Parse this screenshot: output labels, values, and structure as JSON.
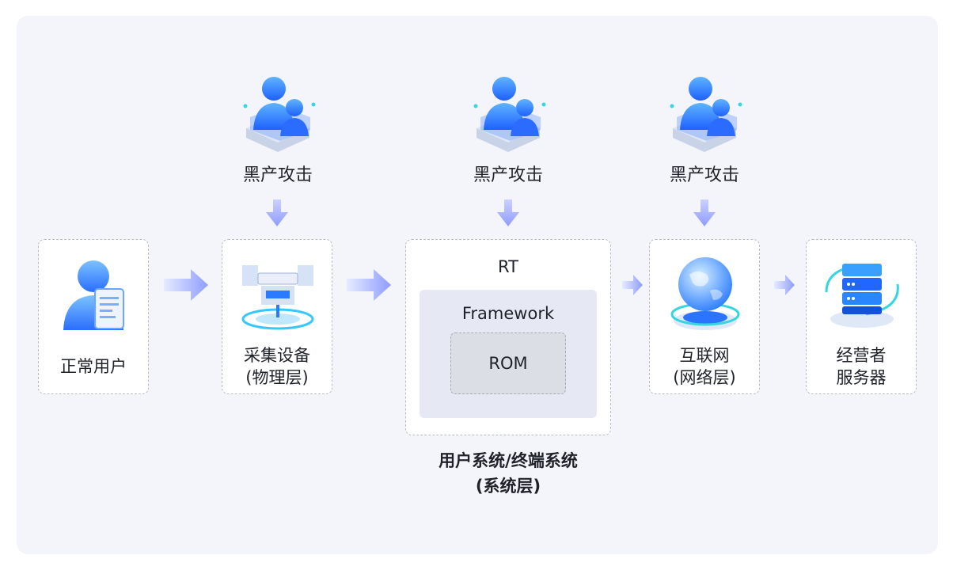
{
  "attacks": [
    {
      "label": "黑产攻击"
    },
    {
      "label": "黑产攻击"
    },
    {
      "label": "黑产攻击"
    }
  ],
  "nodes": {
    "normal_user": {
      "label": "正常用户"
    },
    "device": {
      "line1": "采集设备",
      "line2": "(物理层)"
    },
    "system": {
      "rt": "RT",
      "framework": "Framework",
      "rom": "ROM",
      "caption_line1": "用户系统/终端系统",
      "caption_line2": "(系统层)"
    },
    "internet": {
      "line1": "互联网",
      "line2": "(网络层)"
    },
    "server": {
      "line1": "经营者",
      "line2": "服务器"
    }
  },
  "icons": {
    "attacker": "hacker-group-icon",
    "user": "user-document-icon",
    "device": "collection-device-icon",
    "internet": "globe-network-icon",
    "server": "server-stack-icon"
  },
  "colors": {
    "panel_bg": "#f3f5fa",
    "box_border": "#b9bcc4",
    "arrow": "#8f9cff",
    "icon_blue": "#1e78ff",
    "icon_cyan": "#35d6e0"
  }
}
